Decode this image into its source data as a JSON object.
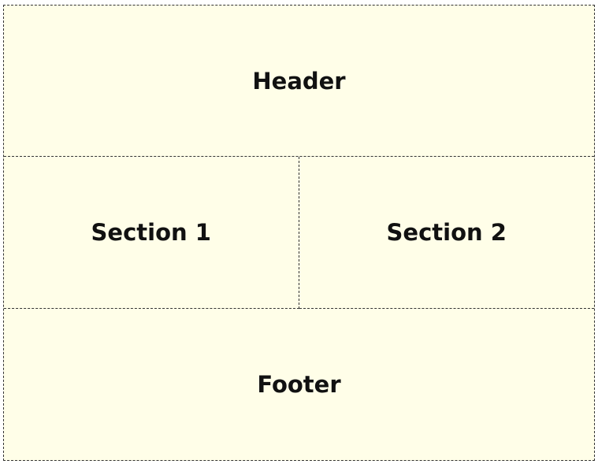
{
  "header": {
    "label": "Header"
  },
  "sections": [
    {
      "label": "Section 1"
    },
    {
      "label": "Section 2"
    }
  ],
  "footer": {
    "label": "Footer"
  },
  "colors": {
    "background": "#fffee8",
    "border": "#333333",
    "text": "#111111"
  }
}
